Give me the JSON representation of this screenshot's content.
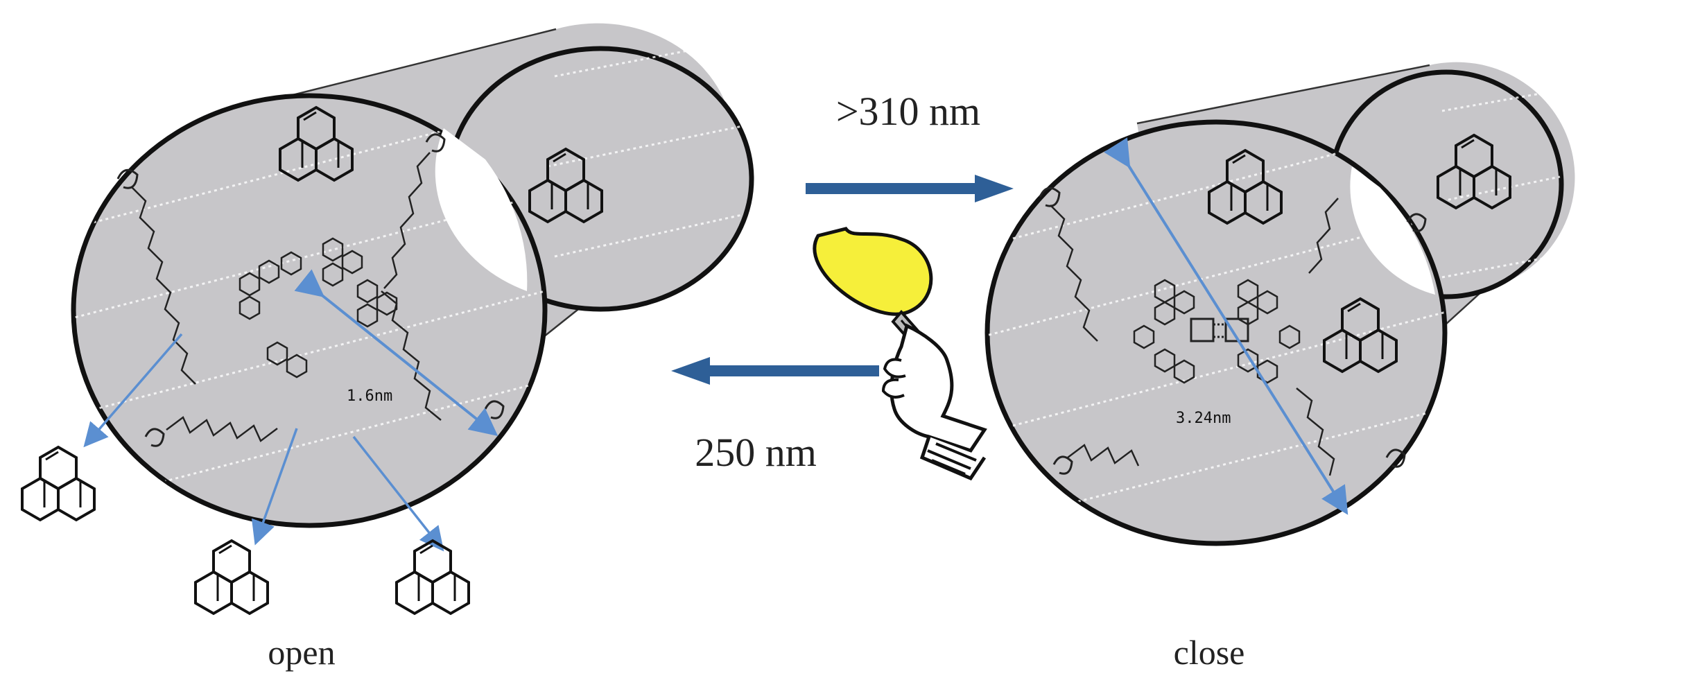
{
  "diagram": {
    "light_forward": ">310 nm",
    "light_reverse": "250 nm",
    "left_state": "open",
    "right_state": "close",
    "left_pore_size": "1.6nm",
    "right_pore_size": "3.24nm"
  },
  "colors": {
    "arrow_blue": "#2e5f97",
    "measure_blue": "#5b8fd1",
    "cylinder_fill": "#c7c6c9",
    "bulb_yellow": "#f6ef3a",
    "outline": "#111111"
  },
  "icons": [
    "phenanthrene-icon",
    "light-bulb-icon",
    "hand-icon"
  ]
}
